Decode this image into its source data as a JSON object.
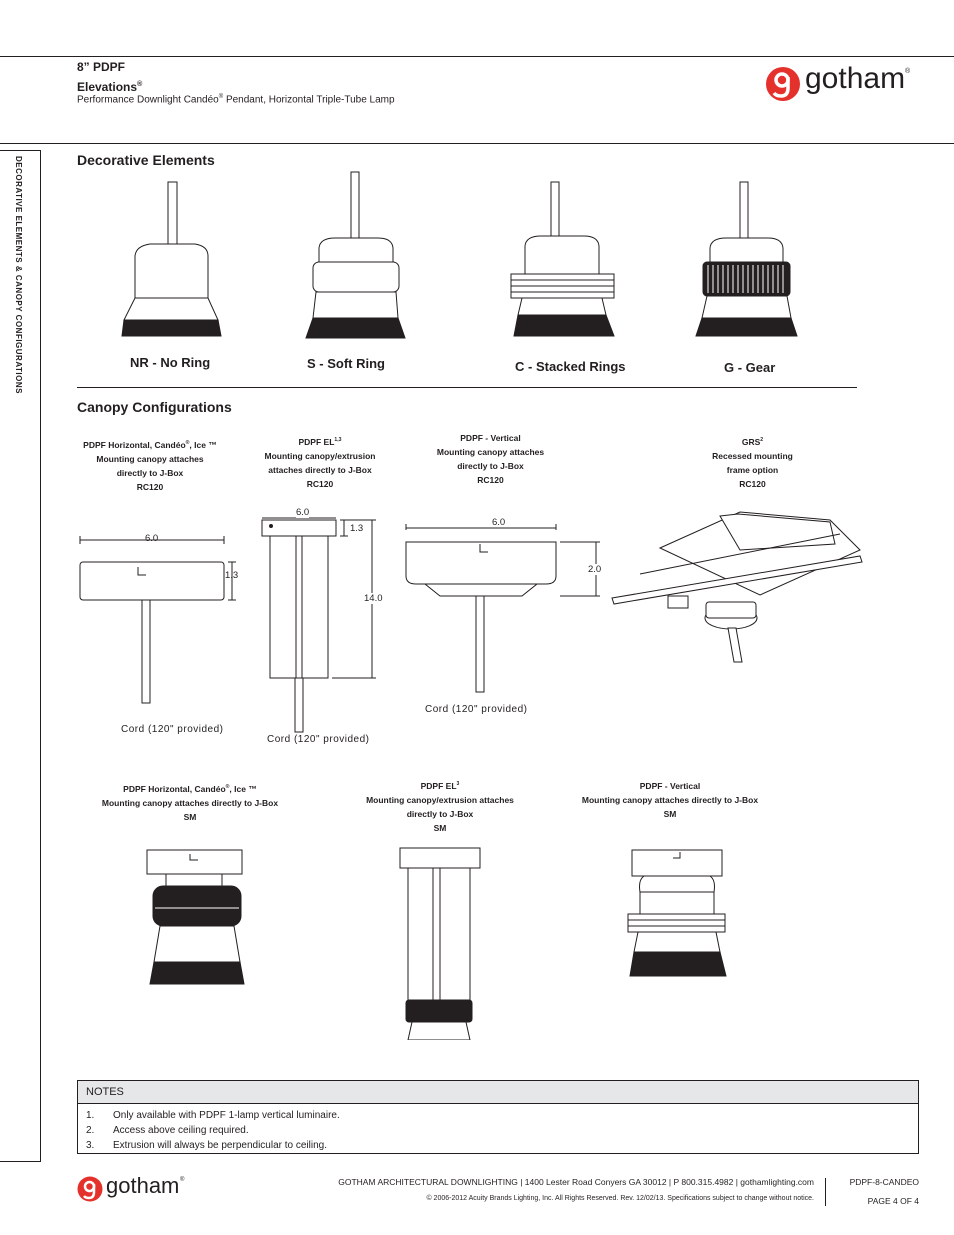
{
  "header": {
    "model": "8” PDPF",
    "section": "Elevations",
    "section_mark": "®",
    "subtitle_pre": "Performance Downlight Candéo",
    "subtitle_mark": "®",
    "subtitle_post": " Pendant, Horizontal Triple-Tube Lamp",
    "logo_text": "gotham",
    "logo_mark": "®"
  },
  "side_tab": "DECORATIVE ELEMENTS & CANOPY CONFIGURATIONS",
  "decorative": {
    "heading": "Decorative Elements",
    "items": [
      {
        "label": "NR - No Ring"
      },
      {
        "label": "S - Soft Ring"
      },
      {
        "label": "C - Stacked Rings"
      },
      {
        "label": "G - Gear"
      }
    ]
  },
  "canopy": {
    "heading": "Canopy Configurations",
    "rc120": [
      {
        "title_pre": "PDPF Horizontal, Candéo",
        "title_mark": "®",
        "title_post": ", Ice ™",
        "line1": "Mounting canopy attaches",
        "line2": "directly to J-Box",
        "line3": "RC120",
        "dim_w": "6.0",
        "dim_h": "1.3",
        "cord": "Cord (120\" provided)"
      },
      {
        "title_pre": "PDPF  EL",
        "title_mark": "1,3",
        "title_post": "",
        "line1": "Mounting canopy/extrusion",
        "line2": "attaches directly to J-Box",
        "line3": "RC120",
        "dim_w": "6.0",
        "dim_h": "1.3",
        "dim_len": "14.0",
        "cord": "Cord (120\" provided)"
      },
      {
        "title_pre": "PDPF - Vertical",
        "title_mark": "",
        "title_post": "",
        "line1": "Mounting canopy attaches",
        "line2": "directly to J-Box",
        "line3": "RC120",
        "dim_w": "6.0",
        "dim_h": "2.0",
        "cord": "Cord (120\" provided)"
      },
      {
        "title_pre": "GRS",
        "title_mark": "2",
        "title_post": "",
        "line1": "Recessed mounting",
        "line2": "frame option",
        "line3": "RC120"
      }
    ],
    "sm": [
      {
        "title_pre": "PDPF Horizontal, Candéo",
        "title_mark": "®",
        "title_post": ", Ice ™",
        "line1": "Mounting canopy attaches directly to J-Box",
        "line2": "",
        "line3": "SM"
      },
      {
        "title_pre": "PDPF  EL",
        "title_mark": "3",
        "title_post": "",
        "line1": "Mounting canopy/extrusion attaches",
        "line2": "directly to J-Box",
        "line3": "SM"
      },
      {
        "title_pre": "PDPF - Vertical",
        "title_mark": "",
        "title_post": "",
        "line1": "Mounting canopy attaches directly to J-Box",
        "line2": "",
        "line3": "SM"
      }
    ]
  },
  "notes": {
    "heading": "NOTES",
    "items": [
      {
        "num": "1.",
        "text": "Only available with PDPF 1-lamp vertical luminaire."
      },
      {
        "num": "2.",
        "text": "Access above ceiling required."
      },
      {
        "num": "3.",
        "text": "Extrusion will always be perpendicular to ceiling."
      }
    ]
  },
  "footer": {
    "logo_text": "gotham",
    "logo_mark": "®",
    "address": "GOTHAM ARCHITECTURAL DOWNLIGHTING  |  1400 Lester Road Conyers GA 30012  |  P 800.315.4982  |  gothamlighting.com",
    "copyright": "© 2006-2012 Acuity Brands Lighting, Inc. All Rights Reserved. Rev. 12/02/13. Specifications subject to change without notice.",
    "doc_id": "PDPF-8-CANDEO",
    "page": "PAGE 4 OF 4"
  },
  "colors": {
    "brand": "#e4312b",
    "ink": "#231f20",
    "rule": "#231f20"
  }
}
